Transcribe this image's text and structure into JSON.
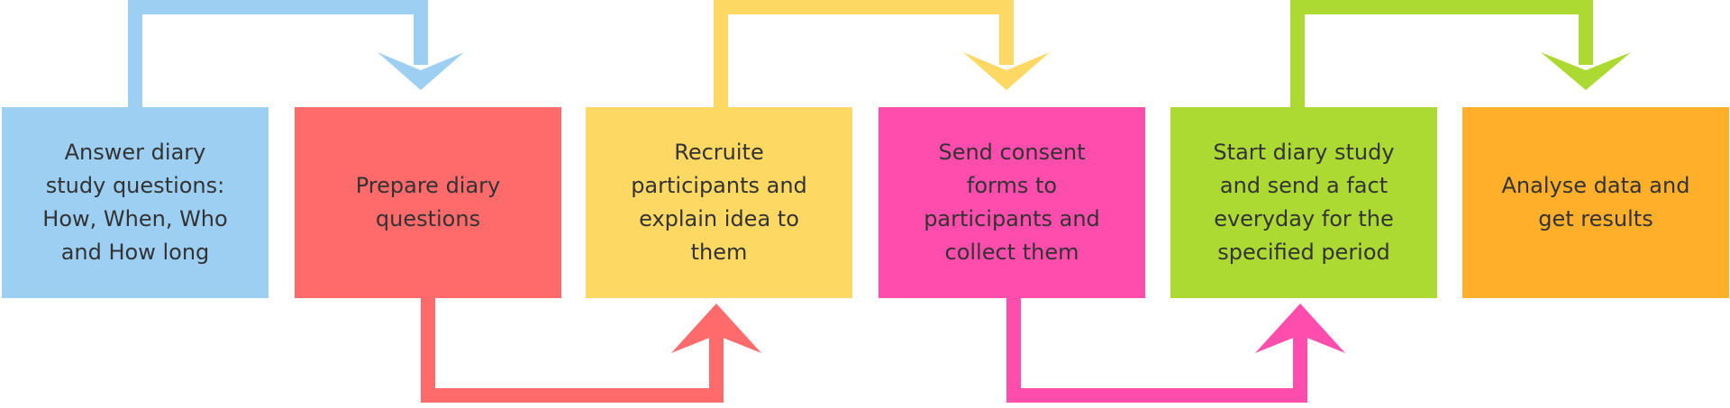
{
  "steps": [
    {
      "label": "Answer diary\nstudy questions:\nHow, When, Who\nand How long",
      "color": "#9DCFF3"
    },
    {
      "label": "Prepare diary\nquestions",
      "color": "#FF6B6B"
    },
    {
      "label": "Recruite\nparticipants and\nexplain idea to\nthem",
      "color": "#FDD964"
    },
    {
      "label": "Send consent\nforms to\nparticipants and\ncollect them",
      "color": "#FF4DAE"
    },
    {
      "label": "Start diary study\nand send a fact\neveryday for the\nspecified period",
      "color": "#ADD933"
    },
    {
      "label": "Analyse data and\nget results",
      "color": "#FFAF2A"
    }
  ],
  "connectors": [
    {
      "from_step": 1,
      "to_step": 2,
      "route": "above",
      "color": "#9DCFF3"
    },
    {
      "from_step": 2,
      "to_step": 3,
      "route": "below",
      "color": "#FF6B6B"
    },
    {
      "from_step": 3,
      "to_step": 4,
      "route": "above",
      "color": "#FDD964"
    },
    {
      "from_step": 4,
      "to_step": 5,
      "route": "below",
      "color": "#FF4DAE"
    },
    {
      "from_step": 5,
      "to_step": 6,
      "route": "above",
      "color": "#ADD933"
    }
  ]
}
